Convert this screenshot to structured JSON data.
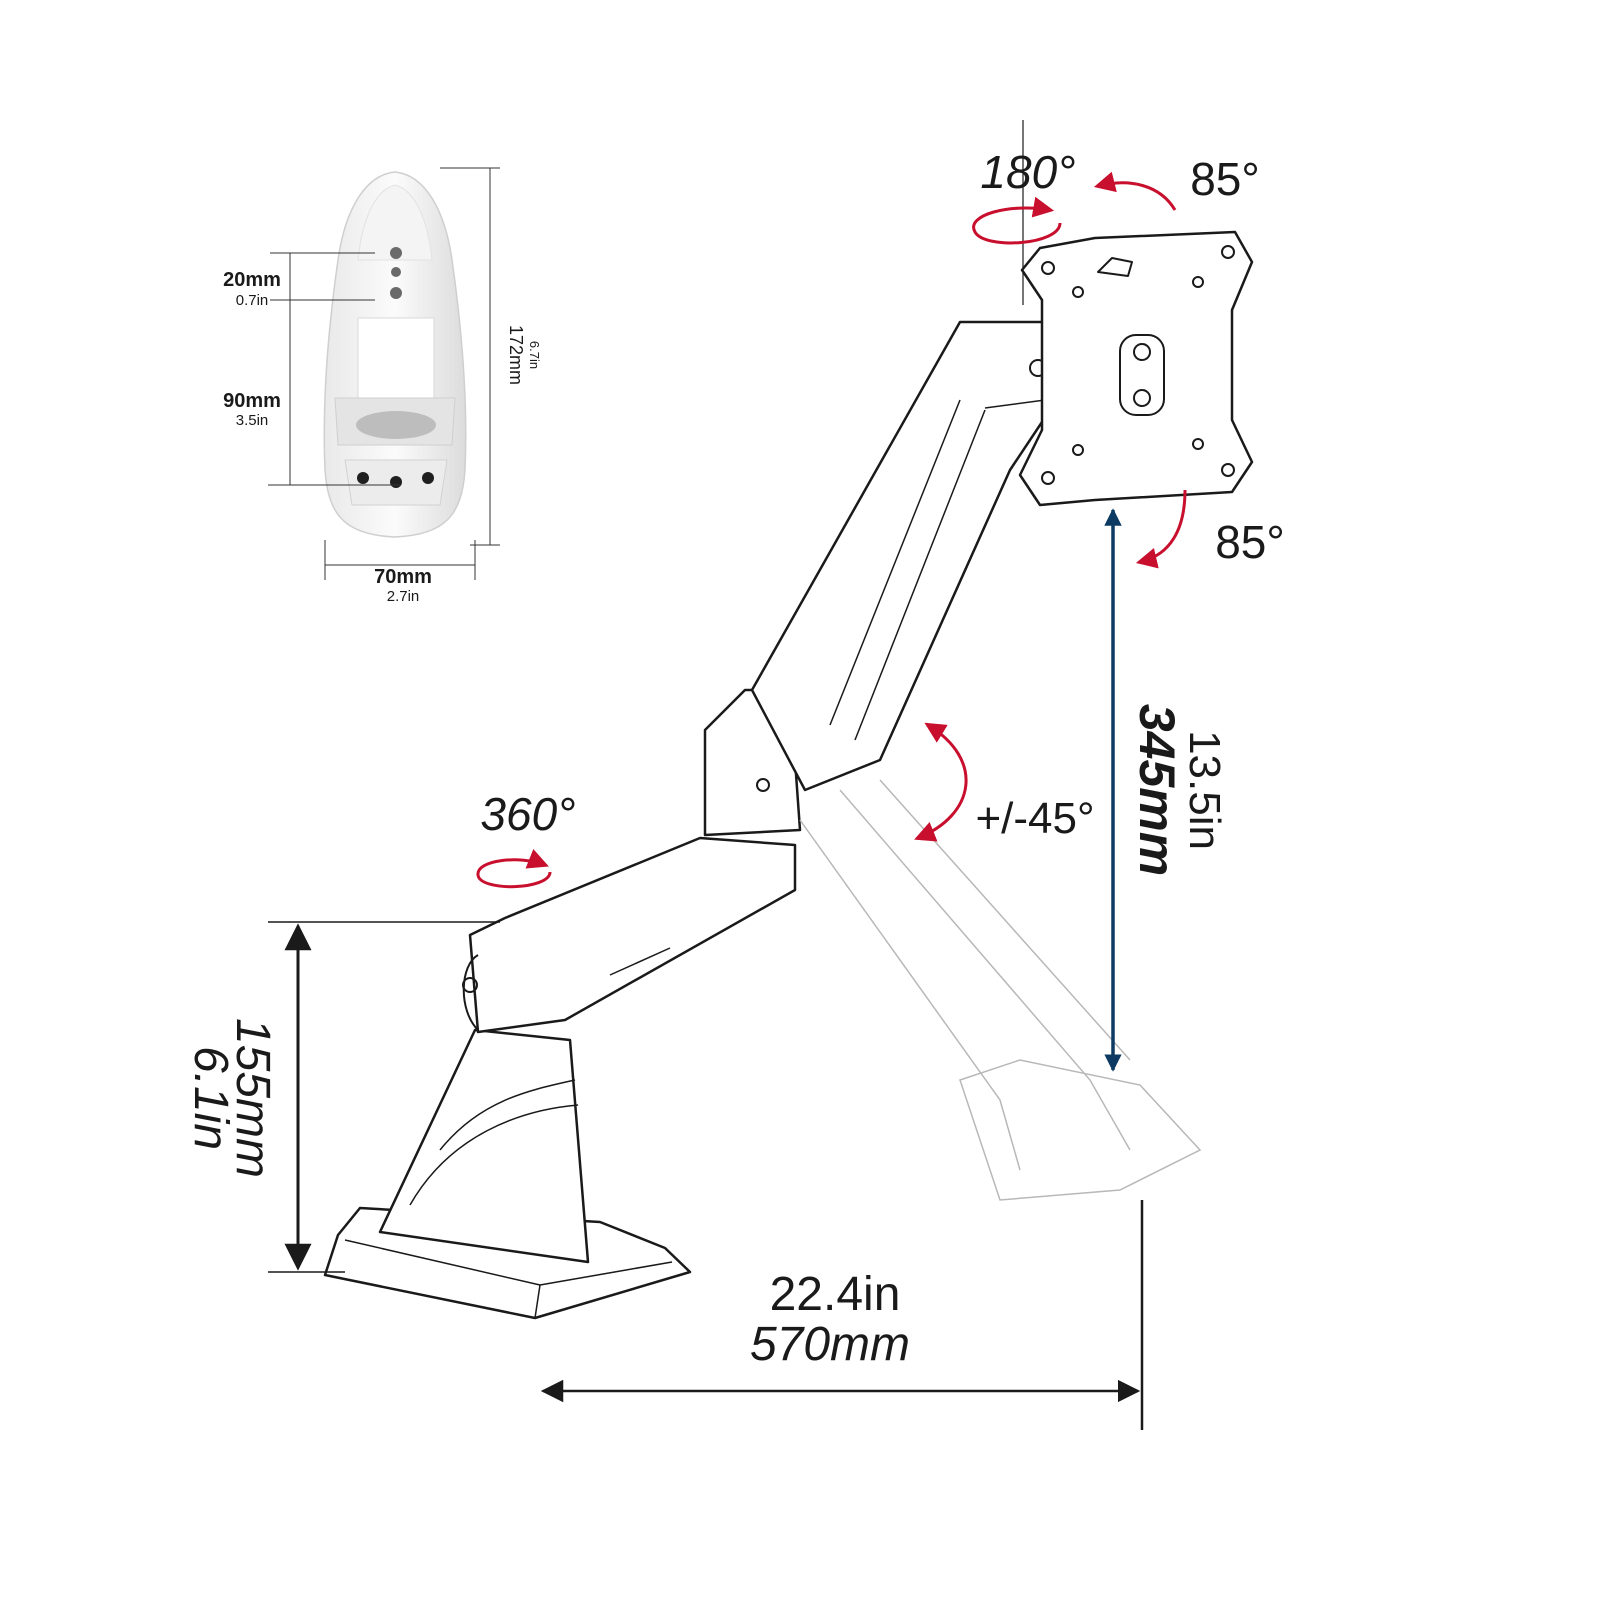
{
  "clamp_insert": {
    "dim_20": {
      "mm": "20mm",
      "in": "0.7in"
    },
    "dim_90": {
      "mm": "90mm",
      "in": "3.5in"
    },
    "dim_70": {
      "mm": "70mm",
      "in": "2.7in"
    },
    "dim_172": {
      "mm": "172mm",
      "in": "6.7in"
    }
  },
  "rotations": {
    "swivel_top": "180°",
    "tilt_up": "85°",
    "tilt_down": "85°",
    "base_swivel": "360°",
    "forearm_tilt": "+/-45°"
  },
  "dimensions": {
    "height_mm": "345mm",
    "height_in": "13.5in",
    "base_mm": "155mm",
    "base_in": "6.1in",
    "reach_in": "22.4in",
    "reach_mm": "570mm"
  },
  "colors": {
    "accent_arrow": "#c8102e",
    "height_arrow": "#0d3a63"
  }
}
